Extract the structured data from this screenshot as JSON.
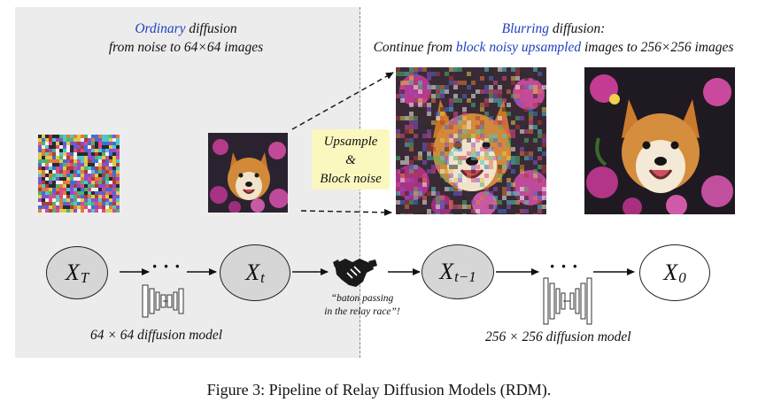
{
  "left_title": {
    "highlight": "Ordinary",
    "rest": " diffusion",
    "line2": "from noise to 64×64 images"
  },
  "right_title": {
    "highlight": "Blurring",
    "rest": " diffusion:",
    "line2_prefix": "Continue from ",
    "line2_highlight": "block noisy upsampled",
    "line2_suffix": " images to 256×256 images"
  },
  "upsample_box": {
    "line1": "Upsample",
    "line2": "&",
    "line3": "Block noise"
  },
  "nodes": {
    "x_T": {
      "base": "X",
      "sub": "T"
    },
    "x_t": {
      "base": "X",
      "sub": "t"
    },
    "x_t1": {
      "base": "X",
      "sub": "t−1"
    },
    "x_0": {
      "base": "X",
      "sub": "0"
    }
  },
  "ellipsis_left": "· · ·",
  "ellipsis_right": "· · ·",
  "baton": {
    "line1": "“baton passing",
    "line2": "in the relay race”!"
  },
  "left_model_label": "64 × 64 diffusion model",
  "right_model_label": "256 × 256 diffusion model",
  "figure_caption": "Figure 3: Pipeline of Relay Diffusion Models (RDM).",
  "colors": {
    "accent_blue": "#1f3fbf",
    "panel_grey": "#ececec",
    "node_grey": "#d6d6d6",
    "note_yellow": "#fbf8bf"
  },
  "icons": {
    "handshake": "handshake-icon",
    "unet": "unet-icon"
  }
}
